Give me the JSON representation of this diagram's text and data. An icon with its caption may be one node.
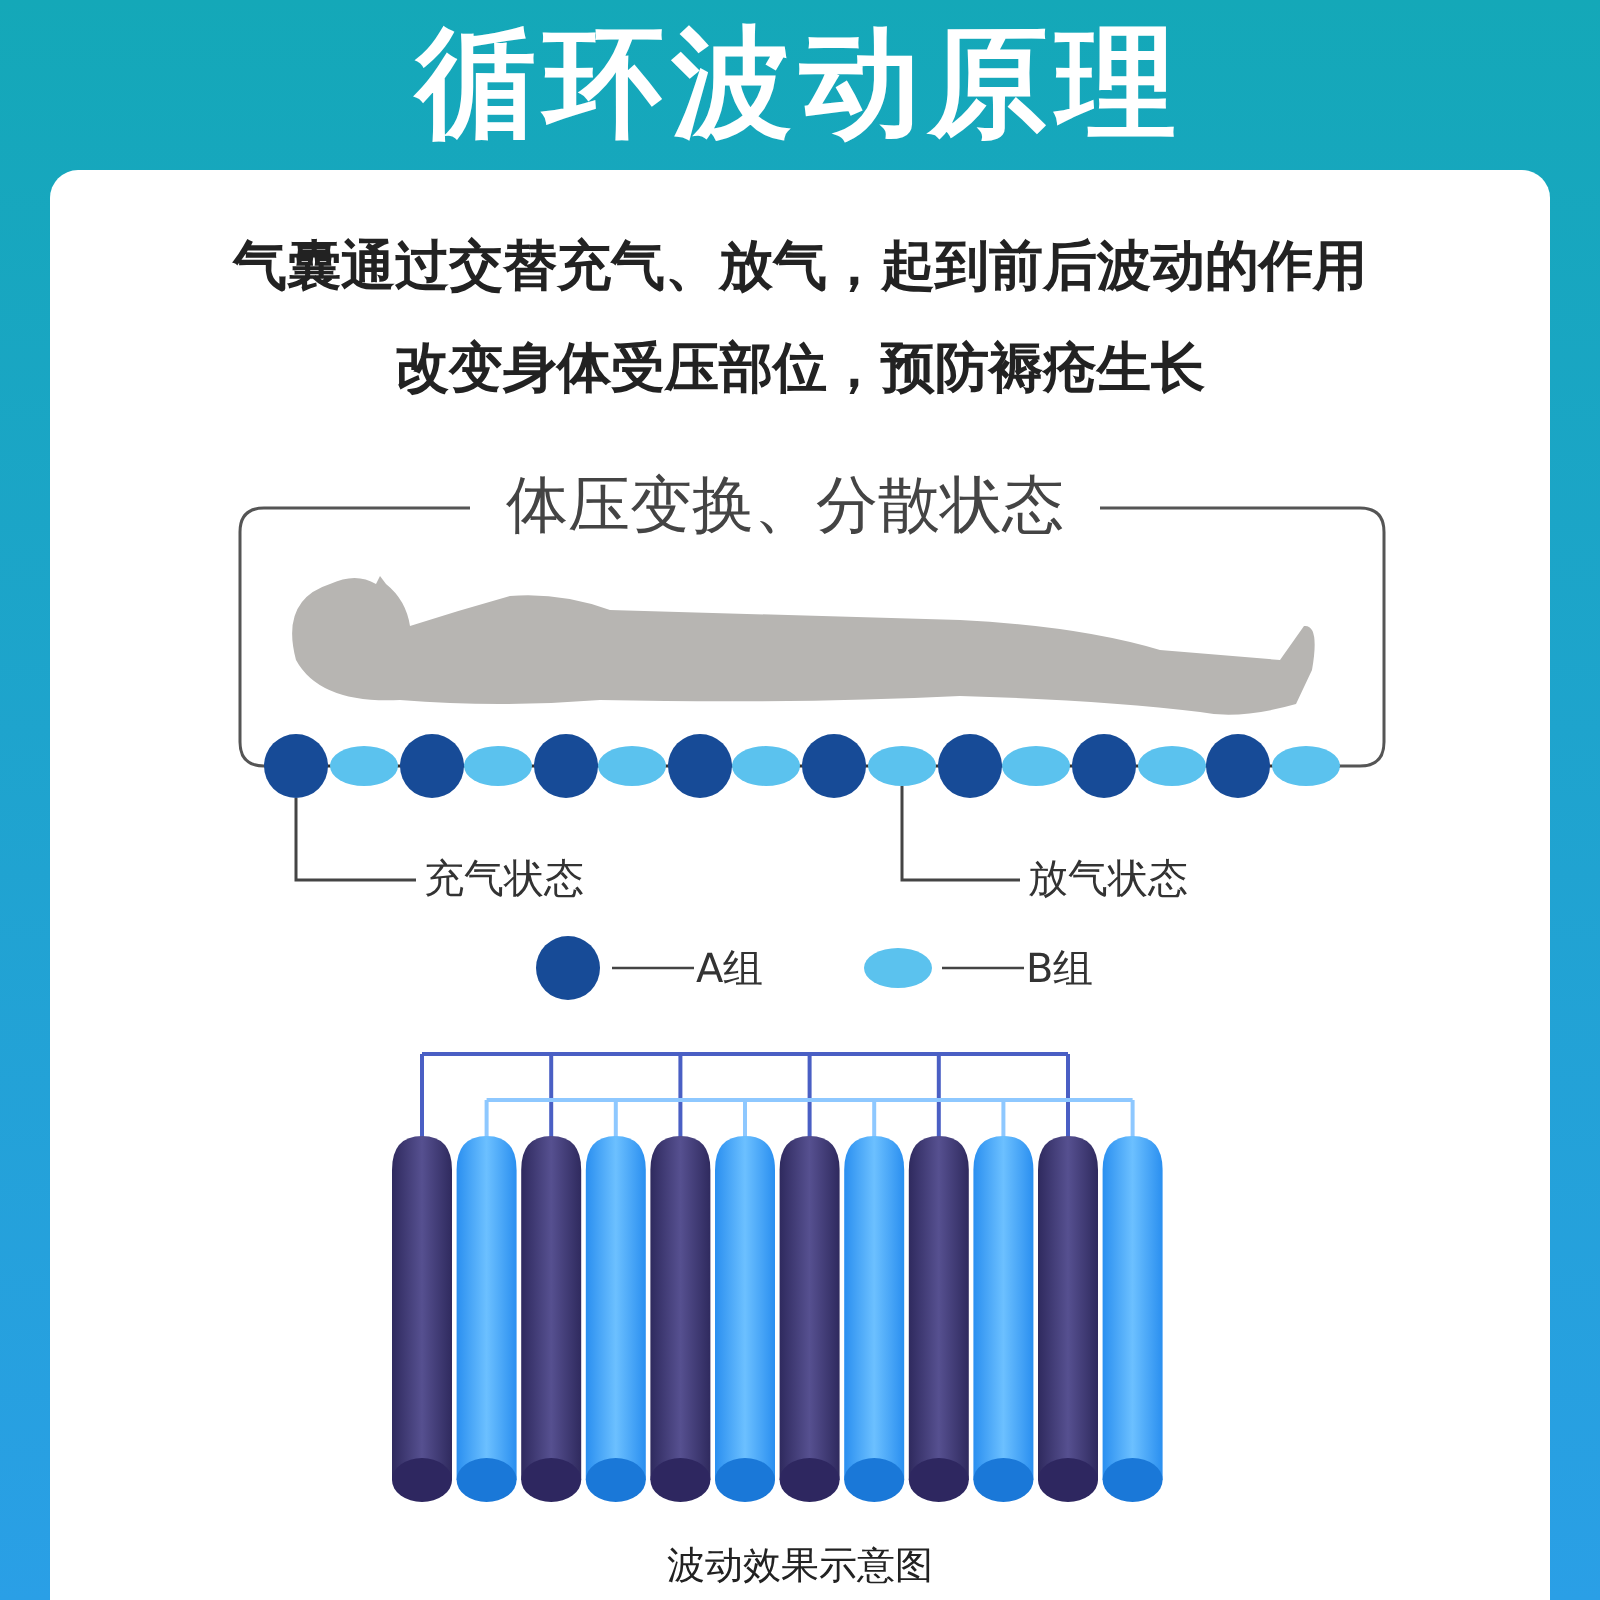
{
  "diagram": {
    "title": "循环波动原理",
    "nodes": [
      {
        "text": [
          "充气状态"
        ]
      },
      {
        "text": [],
        "shape": "circle"
      },
      {
        "text": [
          "放气状态"
        ]
      },
      {
        "text": [],
        "shape": "ellipse"
      }
    ],
    "edges": [
      {
        "from": 0,
        "to": 1,
        "arrow": "none"
      },
      {
        "from": 2,
        "to": 3,
        "arrow": "none"
      }
    ],
    "labels": [
      "气囊通过交替充气、放气，起到前后波动的作用",
      "改变身体受压部位，预防褥疮生长",
      "体压变换、分散状态",
      "波动效果示意图"
    ],
    "legend": [
      {
        "text": "A组",
        "color": "#174b97"
      },
      {
        "text": "B组",
        "color": "#5bc2ee"
      }
    ]
  }
}
